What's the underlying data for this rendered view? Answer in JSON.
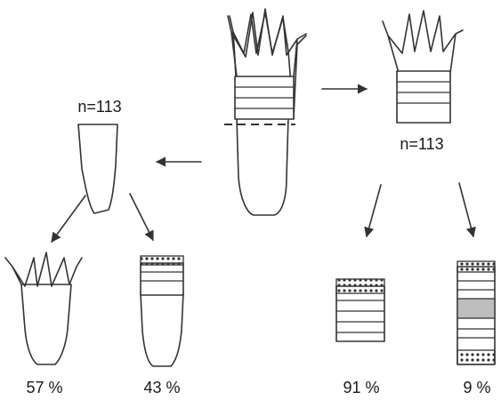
{
  "diagram": {
    "left_count": "n=113",
    "right_count": "n=113",
    "outcomes": {
      "left_a": "57 %",
      "left_b": "43 %",
      "right_a": "91 %",
      "right_b": "9 %"
    },
    "colors": {
      "line": "#333333",
      "shaded_band": "#bdbdbd",
      "background": "#ffffff"
    }
  }
}
